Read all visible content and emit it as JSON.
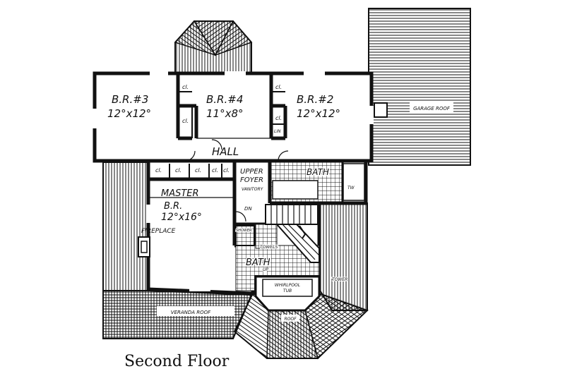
{
  "plan": {
    "caption": "Second Floor",
    "rooms": {
      "br3_name": "B.R.#3",
      "br3_size": "12°x12°",
      "br4_name": "B.R.#4",
      "br4_size": "11°x8°",
      "br2_name": "B.R.#2",
      "br2_size": "12°x12°",
      "hall": "HALL",
      "master_name_1": "MASTER",
      "master_name_2": "B.R.",
      "master_size": "12°x16°",
      "fireplace": "FIREPLACE",
      "upper_foyer_1": "UPPER",
      "upper_foyer_2": "FOYER",
      "vanitory": "VANITORY",
      "bath_top": "BATH",
      "bath_master": "BATH",
      "dn": "DN",
      "shower": "SHOWER",
      "towels": "TOWELS",
      "up": "UP",
      "whirlpool_1": "WHIRLPOOL",
      "whirlpool_2": "TUB",
      "tower": "TOWER",
      "tw": "TW",
      "lin": "LIN"
    },
    "closets": [
      "cl.",
      "cl.",
      "cl.",
      "cl.",
      "cl.",
      "cl.",
      "cl.",
      "cl.",
      "cl."
    ],
    "roofs": {
      "right": "GARAGE ROOF",
      "bottom_left": "VERANDA ROOF",
      "bottom_center": "ROOF"
    }
  }
}
